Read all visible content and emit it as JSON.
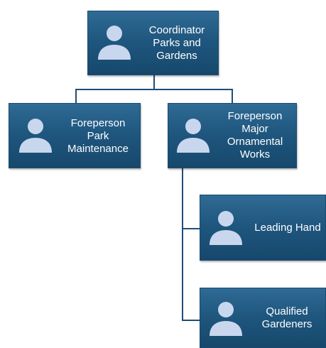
{
  "nodes": {
    "coordinator": {
      "title": "Coordinator\nParks and\nGardens",
      "icon": "person-icon"
    },
    "foreperson_park": {
      "title": "Foreperson\nPark\nMaintenance",
      "icon": "person-icon"
    },
    "foreperson_major": {
      "title": "Foreperson\nMajor\nOrnamental\nWorks",
      "icon": "person-icon"
    },
    "leading_hand": {
      "title": "Leading Hand",
      "icon": "person-icon"
    },
    "qualified_gardeners": {
      "title": "Qualified\nGardeners",
      "icon": "person-icon"
    }
  },
  "colors": {
    "box_fill": "#1f577f",
    "connector": "#1f4e79",
    "avatar": "#c9d7ee",
    "text": "#ffffff"
  }
}
